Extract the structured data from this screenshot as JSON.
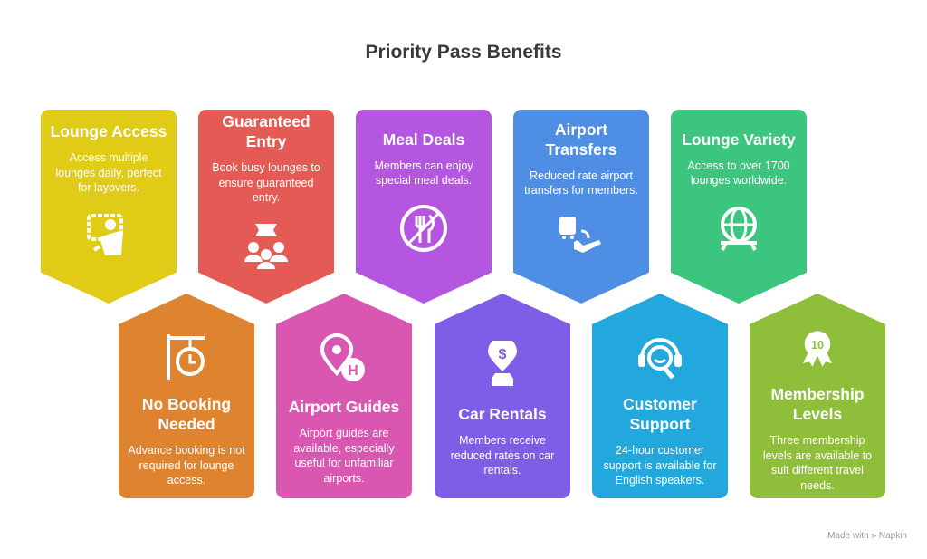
{
  "title": "Priority Pass Benefits",
  "top_cards": [
    {
      "title": "Lounge Access",
      "desc": "Access multiple lounges daily, perfect for layovers.",
      "icon": "lounge-seat-icon",
      "color": "#E0CC17"
    },
    {
      "title": "Guaranteed Entry",
      "desc": "Book busy lounges to ensure guaranteed entry.",
      "icon": "ticket-group-icon",
      "color": "#E45A55"
    },
    {
      "title": "Meal Deals",
      "desc": "Members can enjoy special meal deals.",
      "icon": "utensils-icon",
      "color": "#B456E0"
    },
    {
      "title": "Airport Transfers",
      "desc": "Reduced rate airport transfers for members.",
      "icon": "bus-plane-icon",
      "color": "#4E8EE4"
    },
    {
      "title": "Lounge Variety",
      "desc": "Access to over 1700 lounges worldwide.",
      "icon": "globe-icon",
      "color": "#3CC57F"
    }
  ],
  "bottom_cards": [
    {
      "title": "No Booking Needed",
      "desc": "Advance booking is not required for lounge access.",
      "icon": "clock-sign-icon",
      "color": "#DE8430"
    },
    {
      "title": "Airport Guides",
      "desc": "Airport guides are available, especially useful for unfamiliar airports.",
      "icon": "location-pin-icon",
      "color": "#D957B0",
      "badge": "H"
    },
    {
      "title": "Car Rentals",
      "desc": "Members receive reduced rates on car rentals.",
      "icon": "car-price-icon",
      "color": "#7E5EE6",
      "badge": "$"
    },
    {
      "title": "Customer Support",
      "desc": "24-hour customer support is available for English speakers.",
      "icon": "headset-icon",
      "color": "#22A8DC"
    },
    {
      "title": "Membership Levels",
      "desc": "Three membership levels are available to suit different travel needs.",
      "icon": "award-badge-icon",
      "color": "#8FBE3A",
      "badge": "10"
    }
  ],
  "footer": "Made with ⪢ Napkin"
}
